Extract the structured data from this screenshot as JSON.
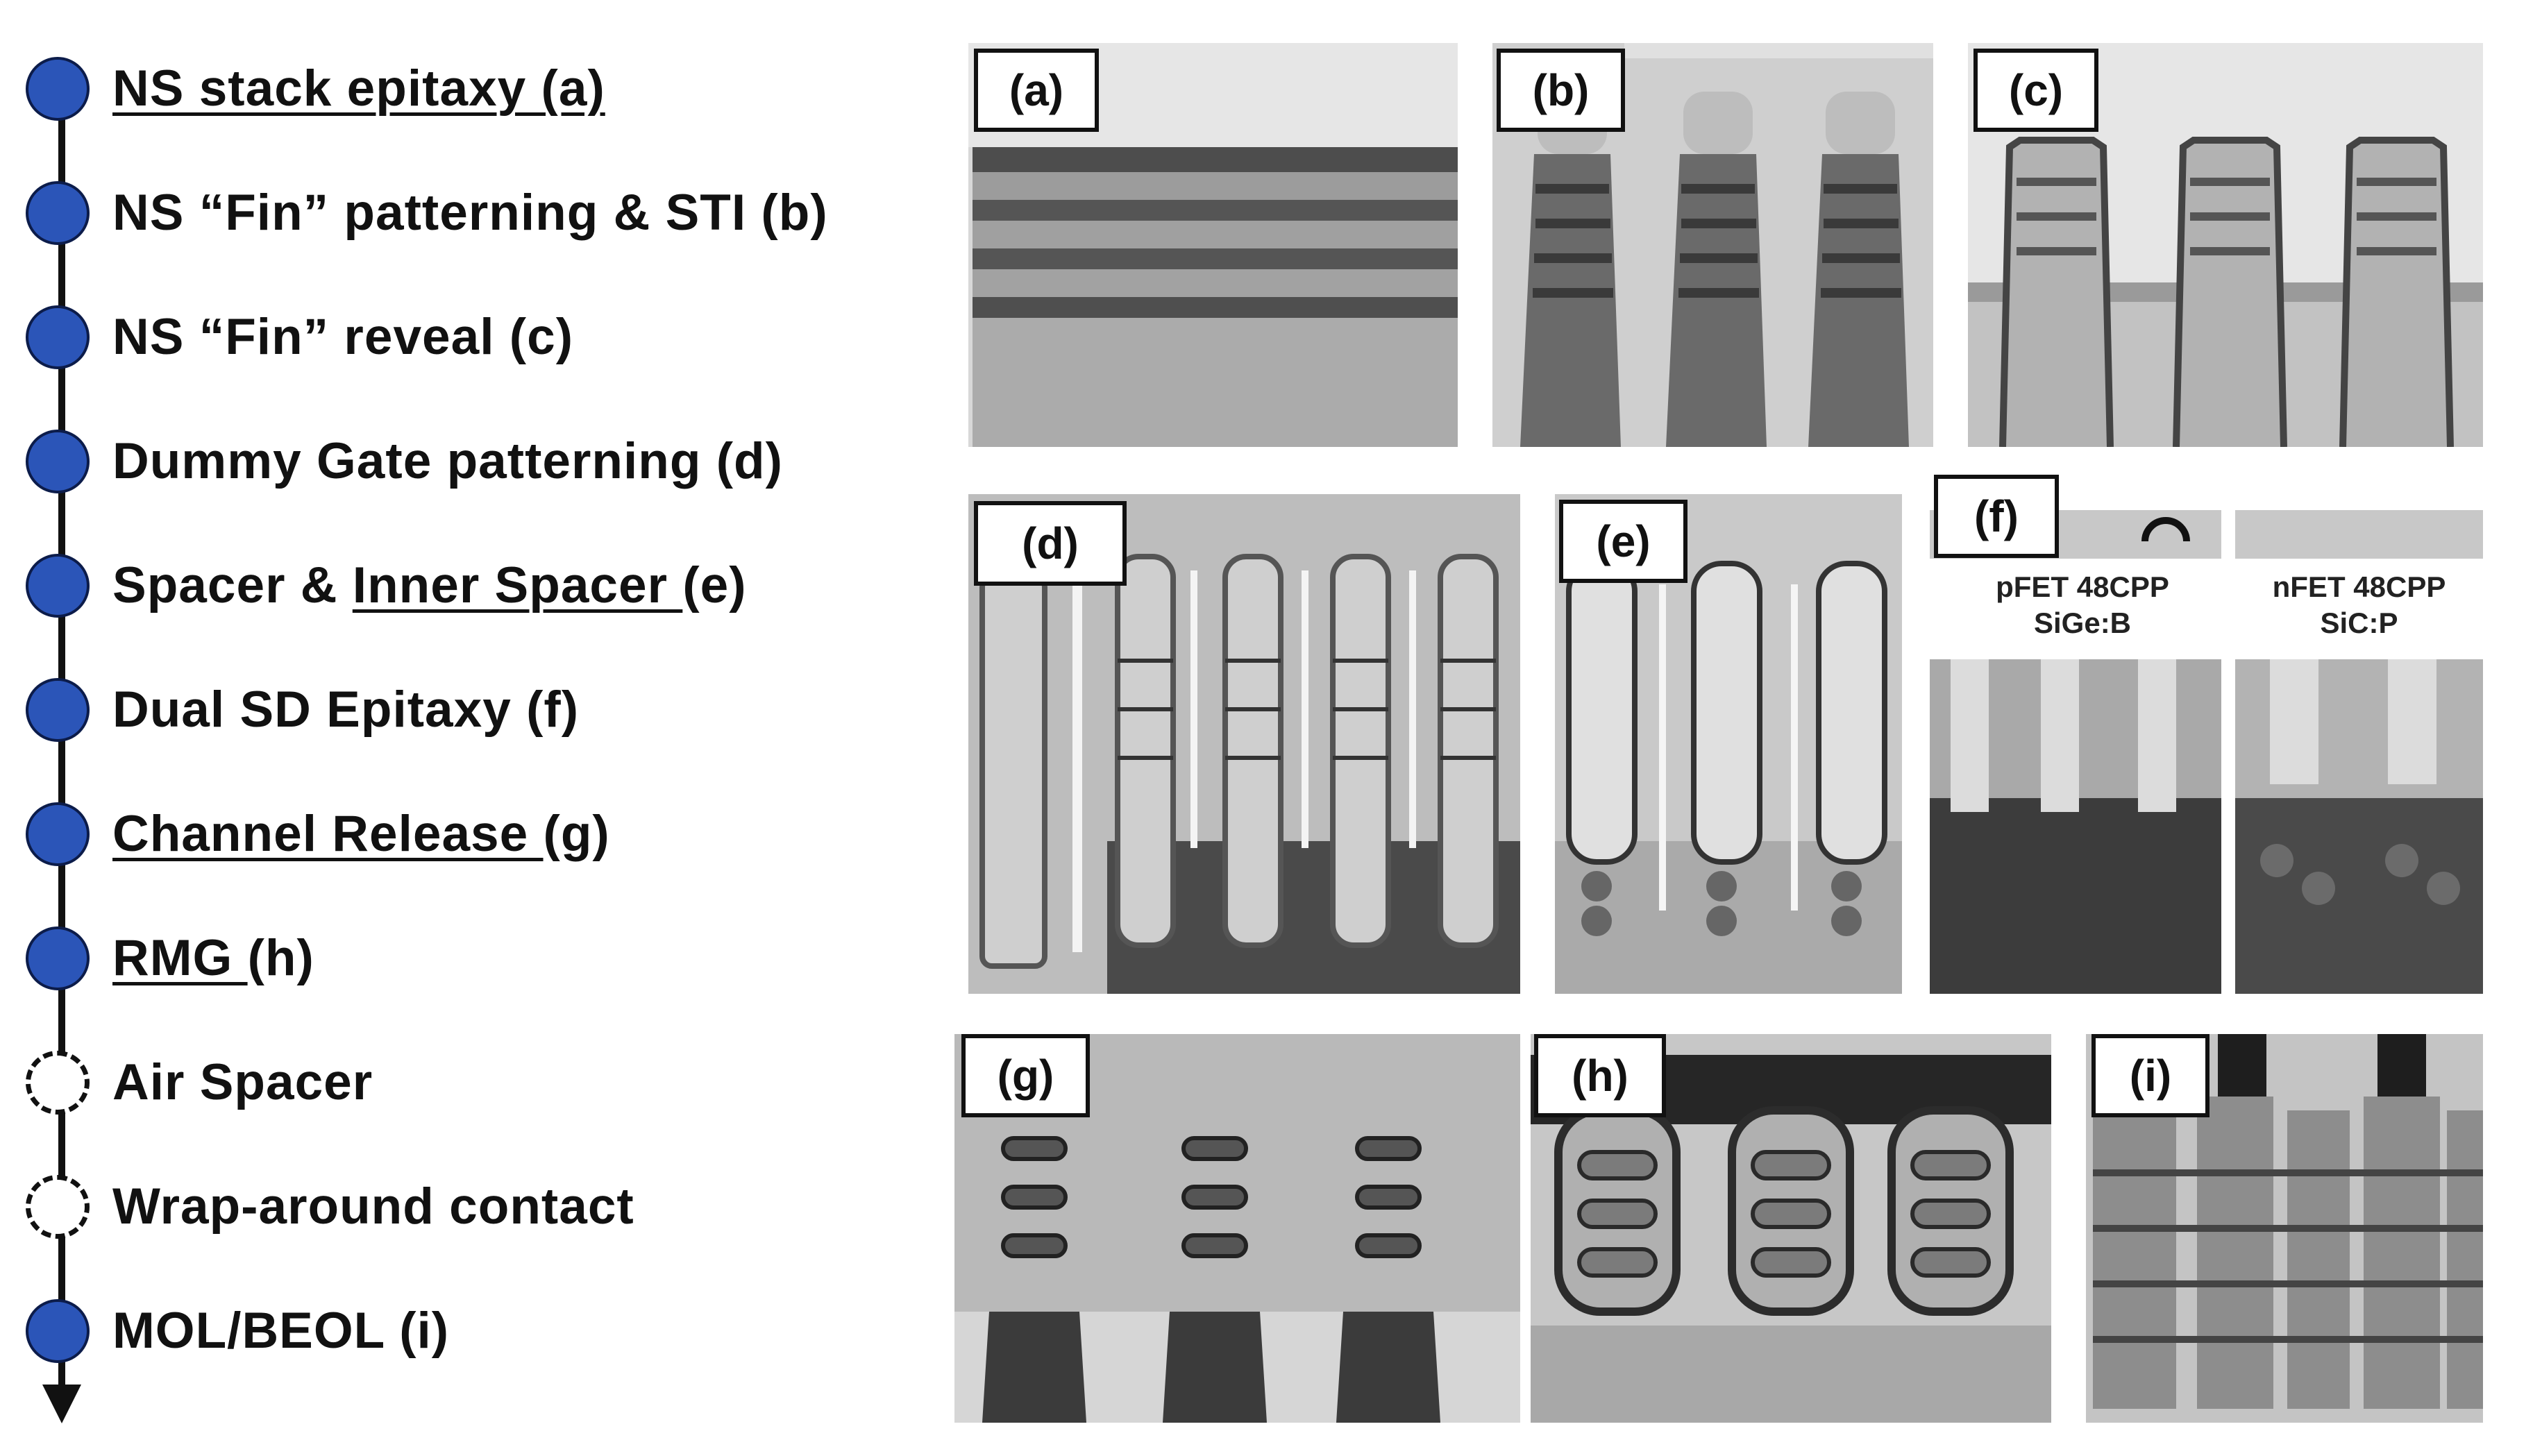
{
  "flow_steps": [
    {
      "pre": "",
      "u": "NS stack epitaxy (a)",
      "post": "",
      "node": "filled"
    },
    {
      "pre": "NS “Fin” patterning & STI (b)",
      "u": "",
      "post": "",
      "node": "filled"
    },
    {
      "pre": "NS “Fin” reveal (c)",
      "u": "",
      "post": "",
      "node": "filled"
    },
    {
      "pre": "Dummy Gate patterning (d)",
      "u": "",
      "post": "",
      "node": "filled"
    },
    {
      "pre": "Spacer & ",
      "u": "Inner Spacer ",
      "post": "(e)",
      "node": "filled"
    },
    {
      "pre": "Dual SD Epitaxy (f)",
      "u": "",
      "post": "",
      "node": "filled"
    },
    {
      "pre": "",
      "u": "Channel Release ",
      "post": "(g)",
      "node": "filled"
    },
    {
      "pre": "",
      "u": "RMG ",
      "post": "(h)",
      "node": "filled"
    },
    {
      "pre": "Air Spacer",
      "u": "",
      "post": "",
      "node": "dashed"
    },
    {
      "pre": "Wrap-around contact",
      "u": "",
      "post": "",
      "node": "dashed"
    },
    {
      "pre": "MOL/BEOL (i)",
      "u": "",
      "post": "",
      "node": "filled"
    }
  ],
  "panels": {
    "a": "(a)",
    "b": "(b)",
    "c": "(c)",
    "d": "(d)",
    "e": "(e)",
    "f": "(f)",
    "g": "(g)",
    "h": "(h)",
    "i": "(i)"
  },
  "f_captions": {
    "pfet": {
      "line1": "pFET 48CPP",
      "line2": "SiGe:B"
    },
    "nfet": {
      "line1": "nFET 48CPP",
      "line2": "SiC:P"
    }
  },
  "colors": {
    "node_fill": "#2b55b8",
    "line": "#111111"
  }
}
